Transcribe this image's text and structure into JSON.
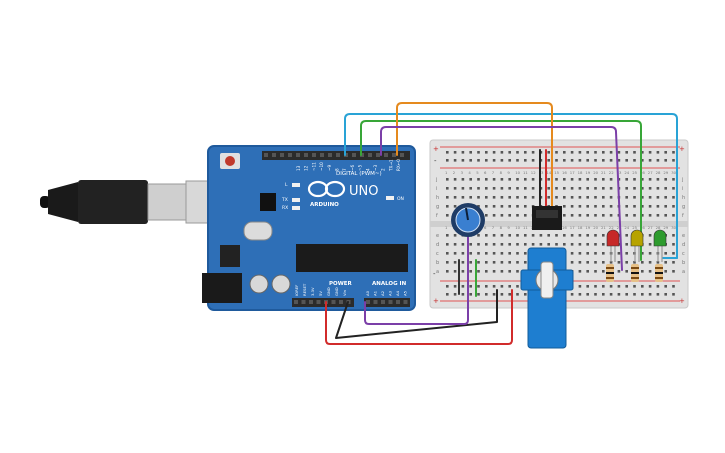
{
  "board": {
    "digital_label": "DIGITAL (PWM~)",
    "brand": "UNO",
    "brand_small": "ARDUINO",
    "power_label": "POWER",
    "analog_label": "ANALOG IN",
    "on_label": "ON",
    "l_label": "L",
    "tx_label": "TX",
    "rx_label": "RX",
    "aref_label": "AREF",
    "gnd_label": "GND",
    "digital_pins": [
      "13",
      "12",
      "~11",
      "~10",
      "~9",
      "8",
      "7",
      "~6",
      "~5",
      "4",
      "~3",
      "2",
      "TX→1",
      "RX←0"
    ],
    "power_pins": [
      "IOREF",
      "RESET",
      "3.3V",
      "5V",
      "GND",
      "GND",
      "Vin"
    ],
    "analog_pins": [
      "A0",
      "A1",
      "A2",
      "A3",
      "A4",
      "A5"
    ],
    "colors": {
      "pcb": "#2e6fb7",
      "pcb_edge": "#1f5a9c",
      "header": "#2b2b2b"
    }
  },
  "breadboard": {
    "row_letters_top": [
      "j",
      "i",
      "h",
      "g",
      "f"
    ],
    "row_letters_bottom": [
      "e",
      "d",
      "c",
      "b",
      "a"
    ],
    "rail_plus": "+",
    "rail_minus": "-",
    "column_numbers": [
      "1",
      "2",
      "3",
      "4",
      "5",
      "6",
      "7",
      "8",
      "9",
      "10",
      "11",
      "12",
      "13",
      "14",
      "15",
      "16",
      "17",
      "18",
      "19",
      "20",
      "21",
      "22",
      "23",
      "24",
      "25",
      "26",
      "27",
      "28",
      "29",
      "30"
    ]
  },
  "components": {
    "leds": [
      {
        "name": "red",
        "color": "#c62828"
      },
      {
        "name": "yellow",
        "color": "#b7a300"
      },
      {
        "name": "green",
        "color": "#2e9b2e"
      }
    ],
    "wire_colors": {
      "cyan": "#29a3d6",
      "green": "#38a638",
      "orange": "#e58a1e",
      "purple": "#7b3fa8",
      "red": "#d12b2b",
      "black": "#222222"
    }
  }
}
